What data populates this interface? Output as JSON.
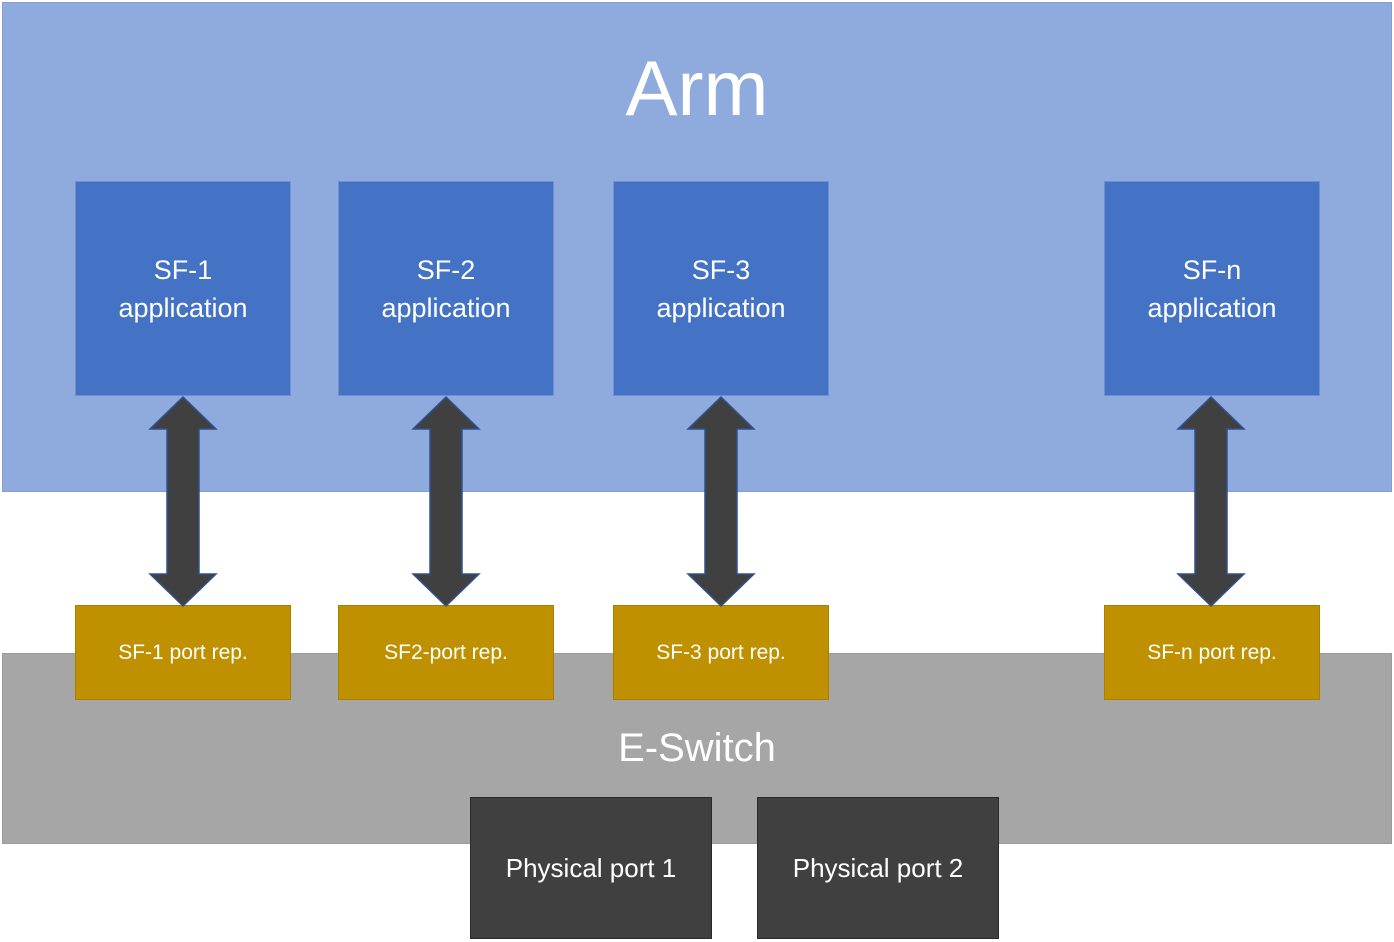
{
  "arm": {
    "title": "Arm",
    "fill": "#8faadc"
  },
  "eswitch": {
    "title": "E-Switch",
    "fill": "#a6a6a6"
  },
  "sf_applications": [
    {
      "label": "SF-1\napplication"
    },
    {
      "label": "SF-2\napplication"
    },
    {
      "label": "SF-3\napplication"
    },
    {
      "label": "SF-n\napplication"
    }
  ],
  "port_representors": [
    {
      "label": "SF-1 port rep."
    },
    {
      "label": "SF2-port rep."
    },
    {
      "label": "SF-3 port rep."
    },
    {
      "label": "SF-n port rep."
    }
  ],
  "physical_ports": [
    {
      "label": "Physical port 1"
    },
    {
      "label": "Physical port 2"
    }
  ],
  "colors": {
    "application_box": "#4472c4",
    "port_rep_box": "#bf9000",
    "physical_port_box": "#404040",
    "arrow": "#404040",
    "arrow_outline": "#2f528f"
  },
  "connections": [
    {
      "from": "SF-1 application",
      "to": "SF-1 port rep.",
      "type": "double-arrow"
    },
    {
      "from": "SF-2 application",
      "to": "SF2-port rep.",
      "type": "double-arrow"
    },
    {
      "from": "SF-3 application",
      "to": "SF-3 port rep.",
      "type": "double-arrow"
    },
    {
      "from": "SF-n application",
      "to": "SF-n port rep.",
      "type": "double-arrow"
    }
  ]
}
